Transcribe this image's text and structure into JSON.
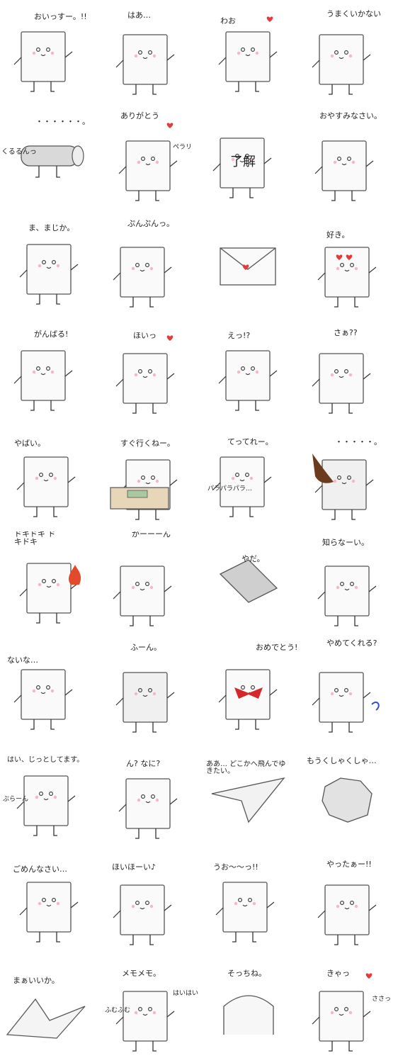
{
  "stickers": [
    {
      "caption": "おいっすー。!!"
    },
    {
      "caption": "はあ…"
    },
    {
      "caption": "わお"
    },
    {
      "caption": "うまくいかない"
    },
    {
      "caption": "・・・・・・。"
    },
    {
      "caption": "ありがとう"
    },
    {
      "caption": ""
    },
    {
      "caption": "おやすみなさい。"
    },
    {
      "caption": "ま、まじか。"
    },
    {
      "caption": "ぷんぷんっ。"
    },
    {
      "caption": ""
    },
    {
      "caption": "好き。"
    },
    {
      "caption": "がんばる!"
    },
    {
      "caption": "ほいっ"
    },
    {
      "caption": "えっ!?"
    },
    {
      "caption": "さぁ??"
    },
    {
      "caption": "やばい。"
    },
    {
      "caption": "すぐ行くねー。"
    },
    {
      "caption": "てってれー。"
    },
    {
      "caption": "・・・・・。"
    },
    {
      "caption": "ドキドキ ドキドキ"
    },
    {
      "caption": "がーーーん"
    },
    {
      "caption": "やだ。"
    },
    {
      "caption": "知らなーい。"
    },
    {
      "caption": "ないな…"
    },
    {
      "caption": "ふーん。"
    },
    {
      "caption": "おめでとう!!"
    },
    {
      "caption": "やめてくれる?"
    },
    {
      "caption": "はい、じっとしてます。"
    },
    {
      "caption": "ん? なに?"
    },
    {
      "caption": "ああ… どこかへ飛んでゆきたい。"
    },
    {
      "caption": "もうくしゃくしゃ…"
    },
    {
      "caption": "ごめんなさい…"
    },
    {
      "caption": "ほいほーい♪"
    },
    {
      "caption": "うお〜〜っ!!"
    },
    {
      "caption": "やったぁー!!"
    },
    {
      "caption": "まぁいいか。"
    },
    {
      "caption": "メモメモ。"
    },
    {
      "caption": "そっちね。"
    },
    {
      "caption": "きゃっ"
    }
  ],
  "extra_text": {
    "ryoukai": "了解",
    "kururun": "くるるんっ",
    "perari": "ペラリ",
    "parapara": "パラパラパラ…",
    "purasan": "ぷらーん",
    "fumufumu": "ふむふむ",
    "haihai": "はいはい",
    "sasatsu": "ささっ"
  }
}
